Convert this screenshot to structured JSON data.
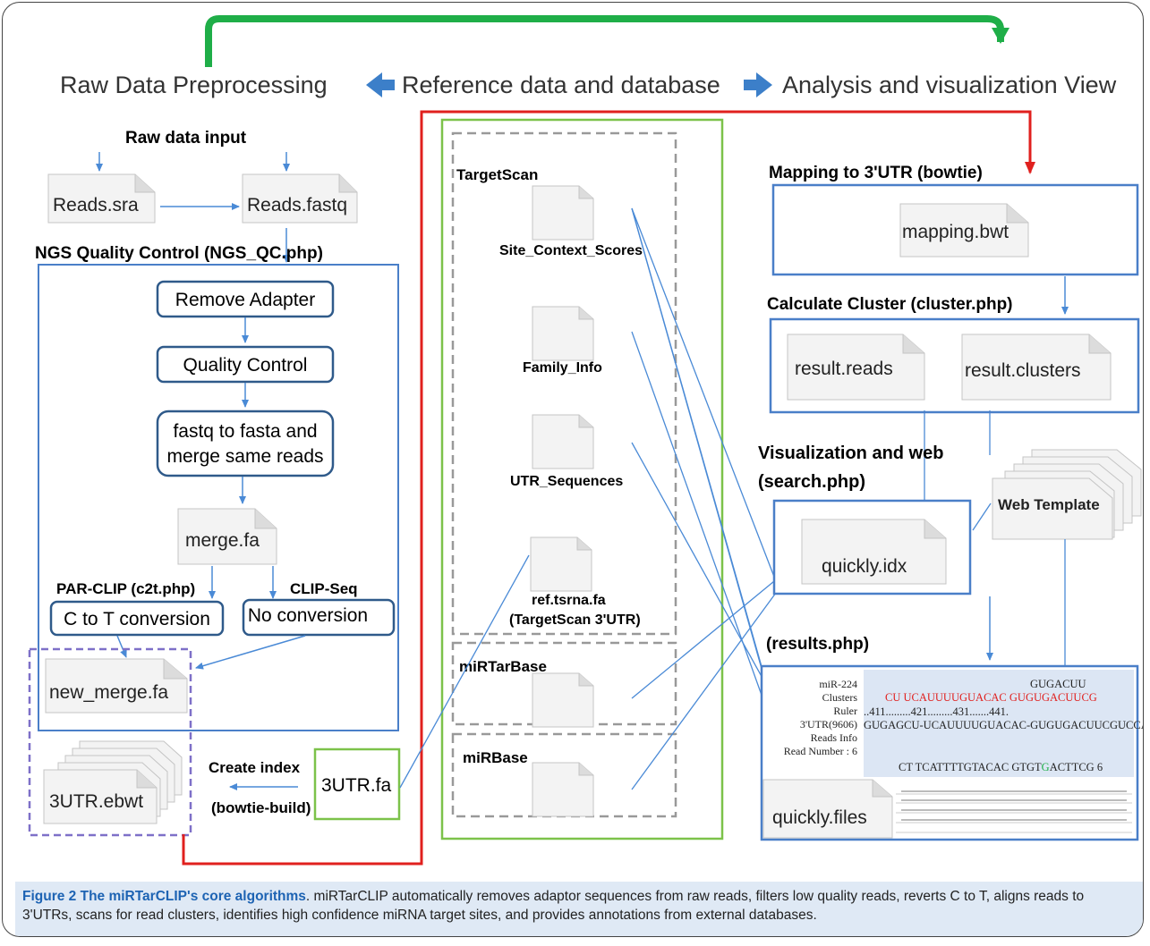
{
  "header": {
    "raw_title": "Raw Data Preprocessing",
    "ref_title": "Reference data and database",
    "analysis_title": "Analysis and visualization View"
  },
  "raw": {
    "input_label": "Raw data input",
    "reads_sra": "Reads.sra",
    "reads_fastq": "Reads.fastq",
    "qc_title": "NGS Quality  Control (NGS_QC.php)",
    "remove_adapter": "Remove Adapter",
    "quality_control": "Quality Control",
    "fastq_to_fasta_1": "fastq to fasta and",
    "fastq_to_fasta_2": "merge same reads",
    "merge_fa": "merge.fa",
    "parclip_label": "PAR-CLIP (c2t.php)",
    "clipseq_label": "CLIP-Seq",
    "c_to_t": "C to T conversion",
    "no_conversion": "No conversion",
    "new_merge": "new_merge.fa",
    "ebwt": "3UTR.ebwt",
    "create_index_1": "Create index",
    "create_index_2": "(bowtie-build)",
    "utr_fa": "3UTR.fa"
  },
  "reference": {
    "targetscan": "TargetScan",
    "site_context": "Site_Context_Scores",
    "family_info": "Family_Info",
    "utr_sequences": "UTR_Sequences",
    "ref_tsrna_1": "ref.tsrna.fa",
    "ref_tsrna_2": "(TargetScan 3'UTR)",
    "mirtarbase": "miRTarBase",
    "mirbase": "miRBase"
  },
  "analysis": {
    "mapping_title": "Mapping to 3'UTR (bowtie)",
    "mapping_file": "mapping.bwt",
    "cluster_title": "Calculate Cluster (cluster.php)",
    "result_reads": "result.reads",
    "result_clusters": "result.clusters",
    "vis_title_1": "Visualization and web",
    "vis_title_2": "(search.php)",
    "quickly_idx": "quickly.idx",
    "web_template": "Web Template",
    "results_title": "(results.php)",
    "quickly_files": "quickly.files",
    "row_labels": [
      "miR-224",
      "Clusters",
      "Ruler",
      "3'UTR(9606)",
      "Reads Info",
      "Read Number : 6"
    ],
    "seq_top": "GUGACUU",
    "seq_clusters": "CU  UCAUUUUGUACAC  GUGUGACUUCG",
    "seq_ruler": "..411.........421.........431.......441.",
    "seq_utr": "GUGAGCU-UCAUUUUGUACAC-GUGUGACUUCGUCCAGU",
    "seq_reads_1": "CT  TCATTTTGTACAC  GTGT",
    "seq_reads_g": "G",
    "seq_reads_2": "ACTTCG  6"
  },
  "caption": {
    "title": "Figure 2 The miRTarCLIP's core algorithms",
    "text": ". miRTarCLIP automatically removes adaptor sequences from raw reads, filters low quality reads, reverts C to T, aligns reads to 3'UTRs, scans for read clusters, identifies high confidence miRNA target sites, and provides annotations from external databases."
  },
  "colors": {
    "blue_box": "#4a7fc8",
    "dark_blue_box": "#2f5a8a",
    "green": "#1fae48",
    "red": "#e0201e",
    "light_green": "#7cc24a",
    "dash_gray": "#999999",
    "purple_dash": "#7e70c8",
    "arrow_blue": "#4a8ad6",
    "caption_bg": "#dfe9f5",
    "caption_title": "#1d63b3"
  }
}
